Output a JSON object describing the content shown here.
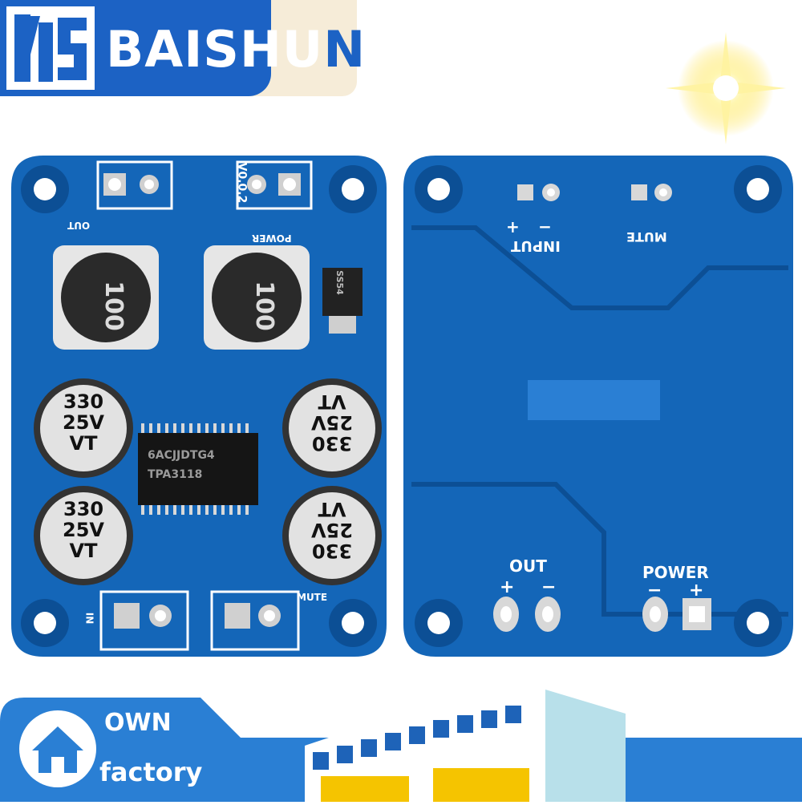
{
  "brand": {
    "name_main": "BAISHU",
    "name_tail": "N"
  },
  "front_board": {
    "version": "V0.0.2",
    "chip_line1": "6ACJJDTG4",
    "chip_line2": "TPA3118",
    "inductor_top_left": "100",
    "inductor_top_right": "100",
    "cap_left_top": [
      "330",
      "25V",
      "VT"
    ],
    "cap_left_bottom": [
      "330",
      "25V",
      "VT"
    ],
    "cap_right_top": [
      "330",
      "25V",
      "VT"
    ],
    "cap_right_bottom": [
      "330",
      "25V",
      "VT"
    ],
    "diode_label": "SS54",
    "label_out": "OUT",
    "label_power": "POWER",
    "label_mute": "MUTE",
    "label_in": "IN"
  },
  "back_board": {
    "label_input": "INPUT",
    "label_mute": "MUTE",
    "label_out": "OUT",
    "label_power": "POWER",
    "out_plus": "+",
    "out_minus": "−",
    "power_minus": "−",
    "power_plus": "+",
    "input_plus": "+",
    "input_minus": "−"
  },
  "footer": {
    "line1": "OWN",
    "line2": "factory"
  },
  "colors": {
    "brand_blue": "#1c62c4",
    "banner_cream": "#f6ecd8",
    "pcb_blue": "#1466b8",
    "pcb_dark": "#0c4f95",
    "footer_blue": "#2a7fd4"
  }
}
